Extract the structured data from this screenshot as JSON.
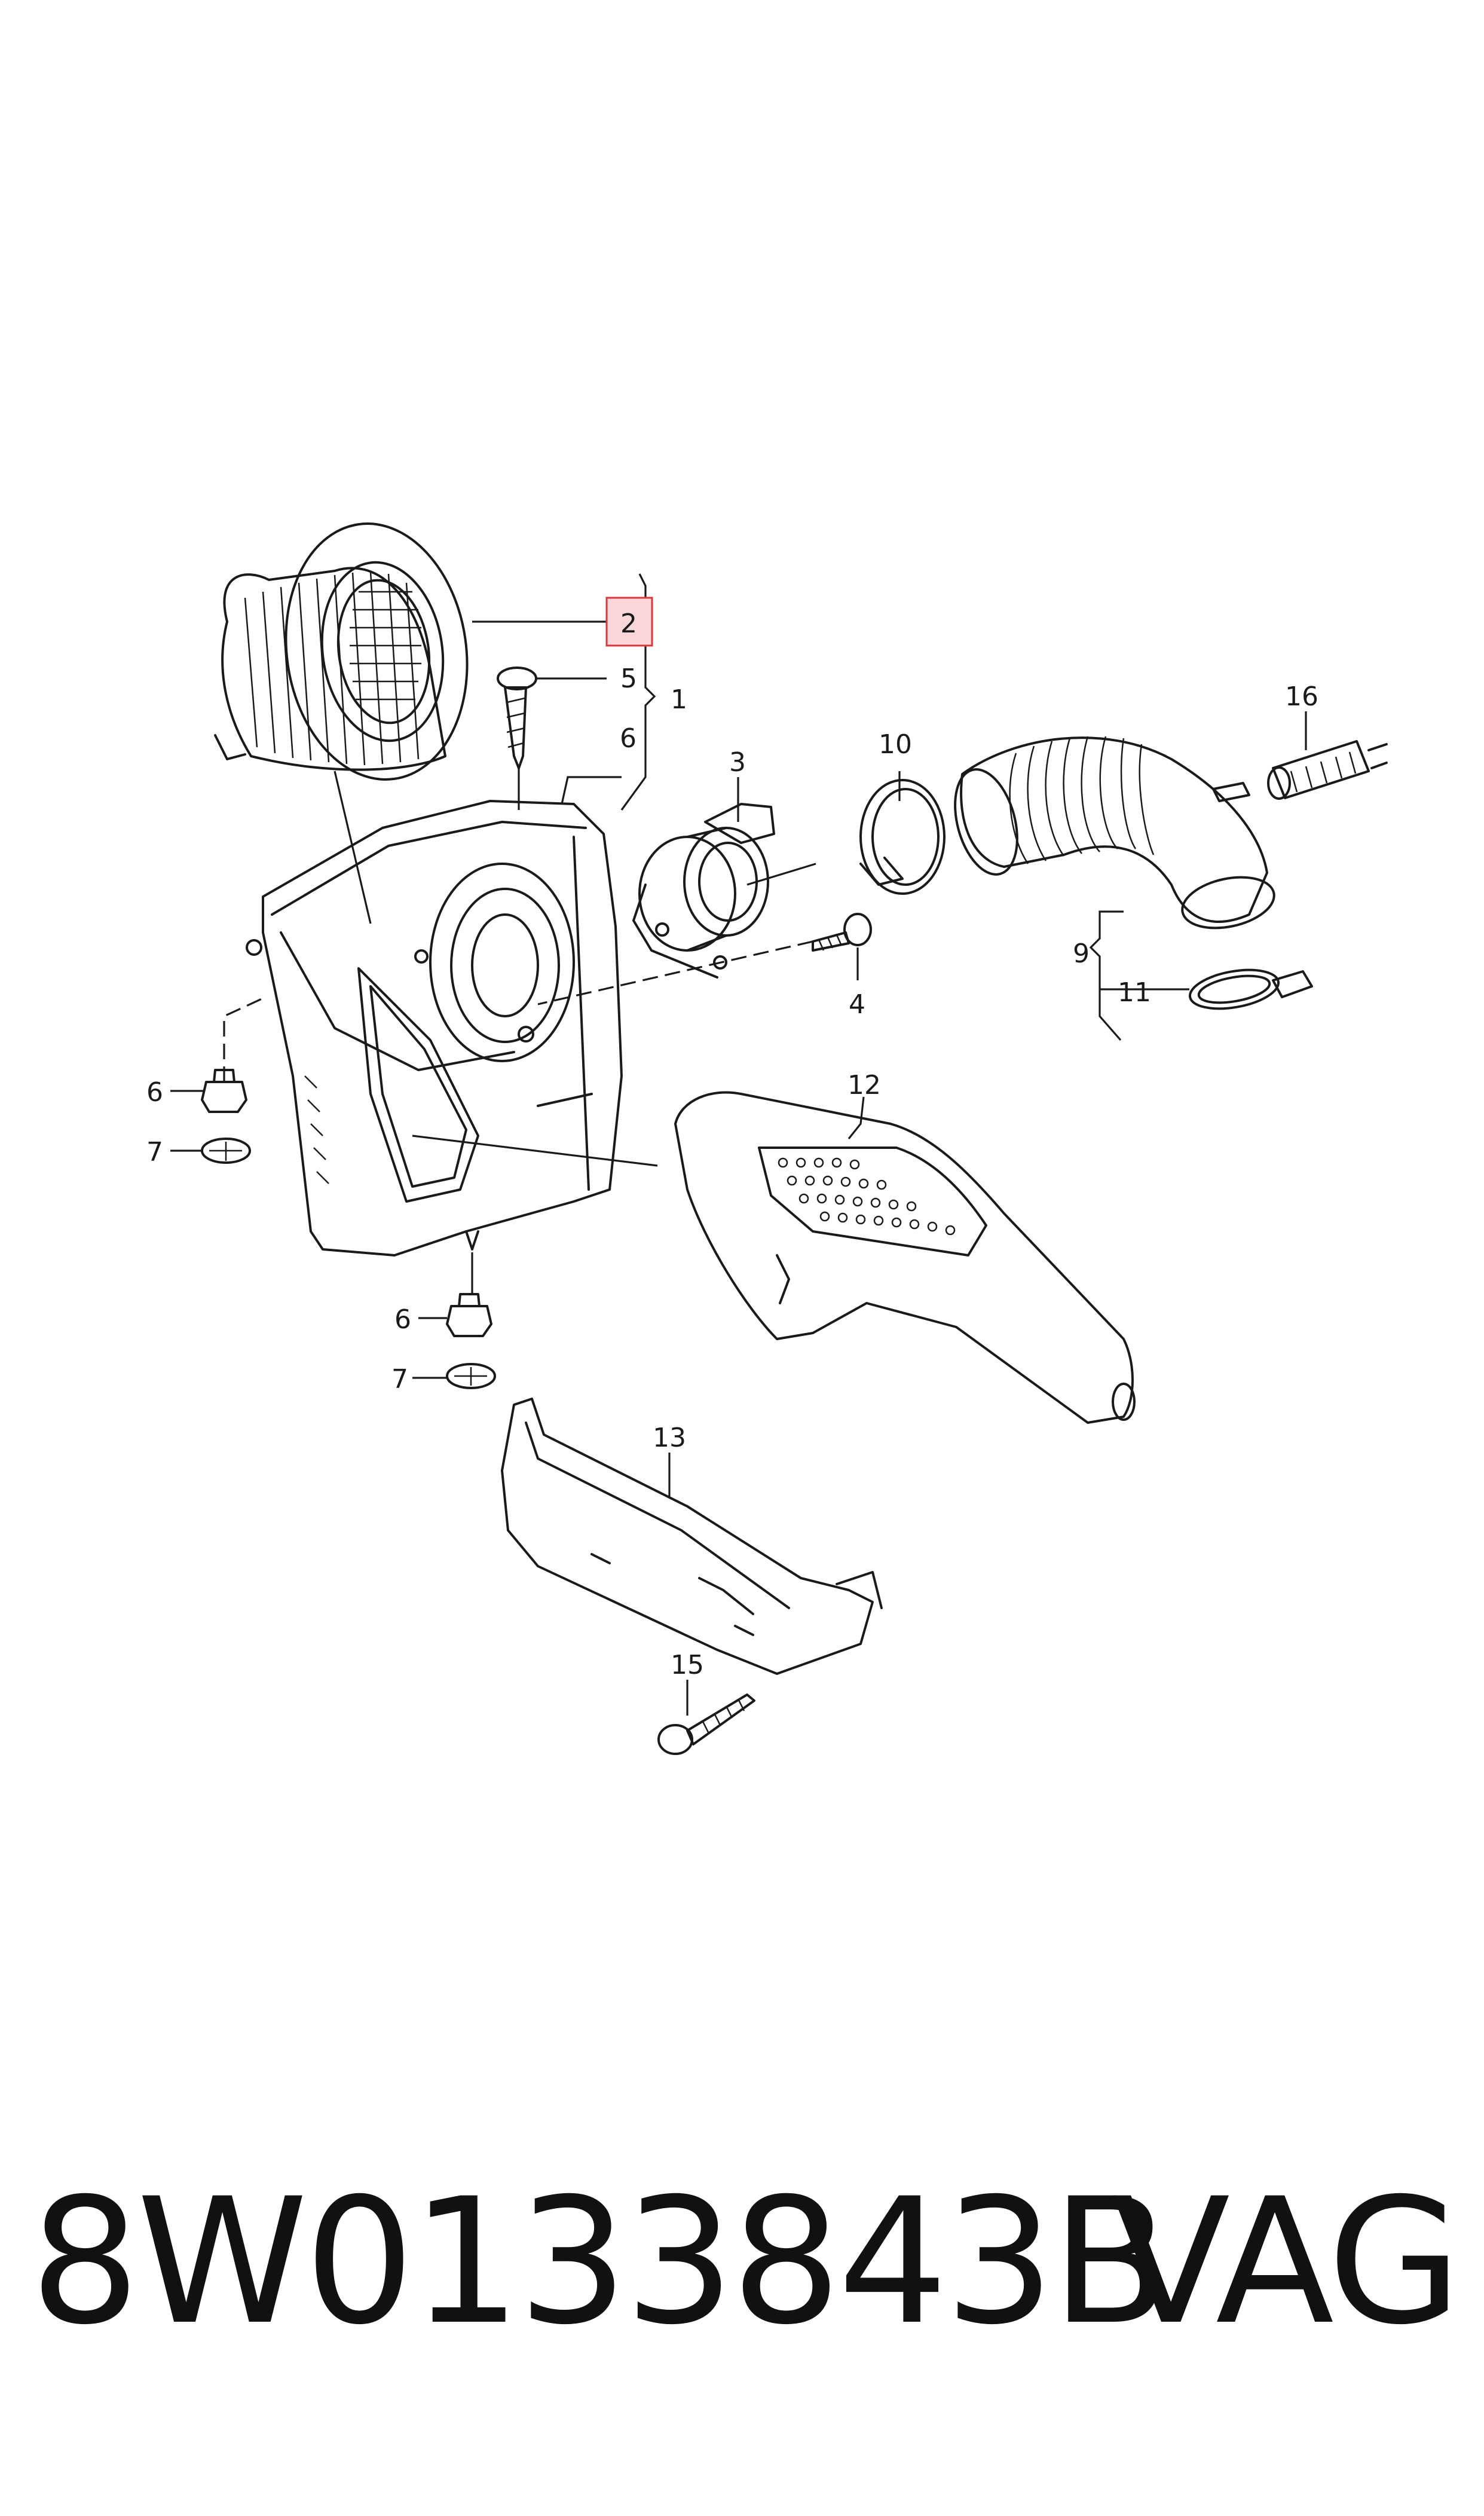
{
  "callouts": {
    "c1": "1",
    "c2": "2",
    "c3": "3",
    "c4": "4",
    "c5": "5",
    "c6a": "6",
    "c6b": "6",
    "c6c": "6",
    "c7a": "7",
    "c7b": "7",
    "c9": "9",
    "c10": "10",
    "c11": "11",
    "c12": "12",
    "c13": "13",
    "c15": "15",
    "c16": "16"
  },
  "highlighted_callout": "2",
  "caption": {
    "part_number": "8W0133843B",
    "brand": "VAG"
  },
  "colors": {
    "line": "#1a1a1a",
    "highlight_fill": "#f9d6da",
    "highlight_stroke": "#d9363e"
  }
}
